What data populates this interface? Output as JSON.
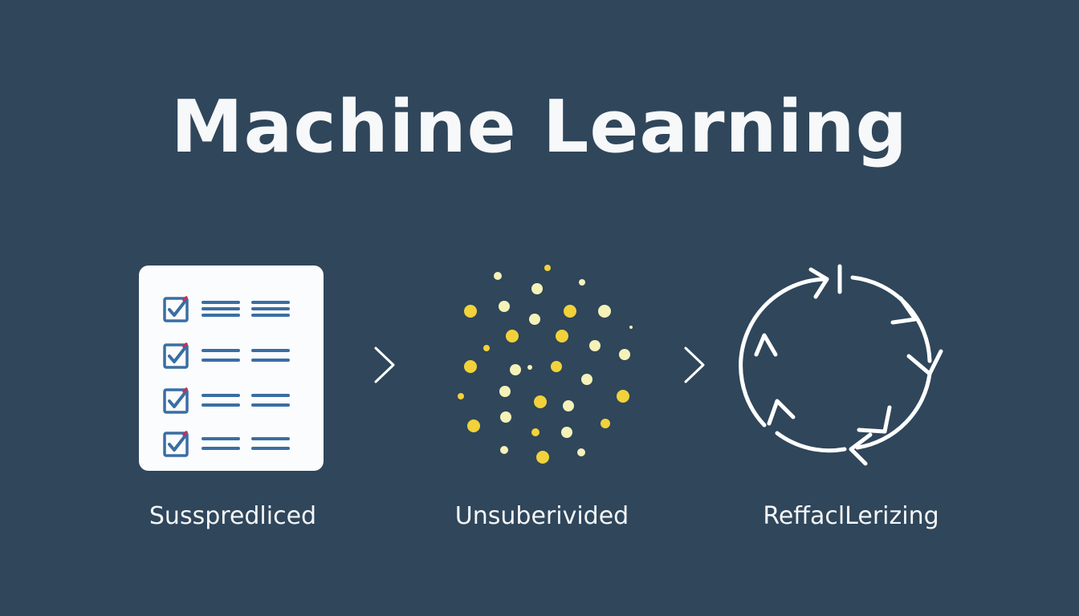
{
  "title": "Machine Learning",
  "stages": [
    {
      "label": "Susspredliced",
      "icon": "checklist-icon"
    },
    {
      "label": "Unsuberivided",
      "icon": "scatter-dots-icon"
    },
    {
      "label": "ReffaclLerizing",
      "icon": "cycle-arrows-icon"
    }
  ],
  "connectors": [
    "chevron-right-icon",
    "chevron-right-icon"
  ],
  "colors": {
    "background": "#2f465b",
    "text": "#ffffff",
    "card": "#fbfcfd",
    "checklist_blue": "#3a6ea3",
    "check_accent": "#c0335a",
    "dot_yellow": "#f2d23a",
    "dot_pale": "#f5f2b8"
  }
}
